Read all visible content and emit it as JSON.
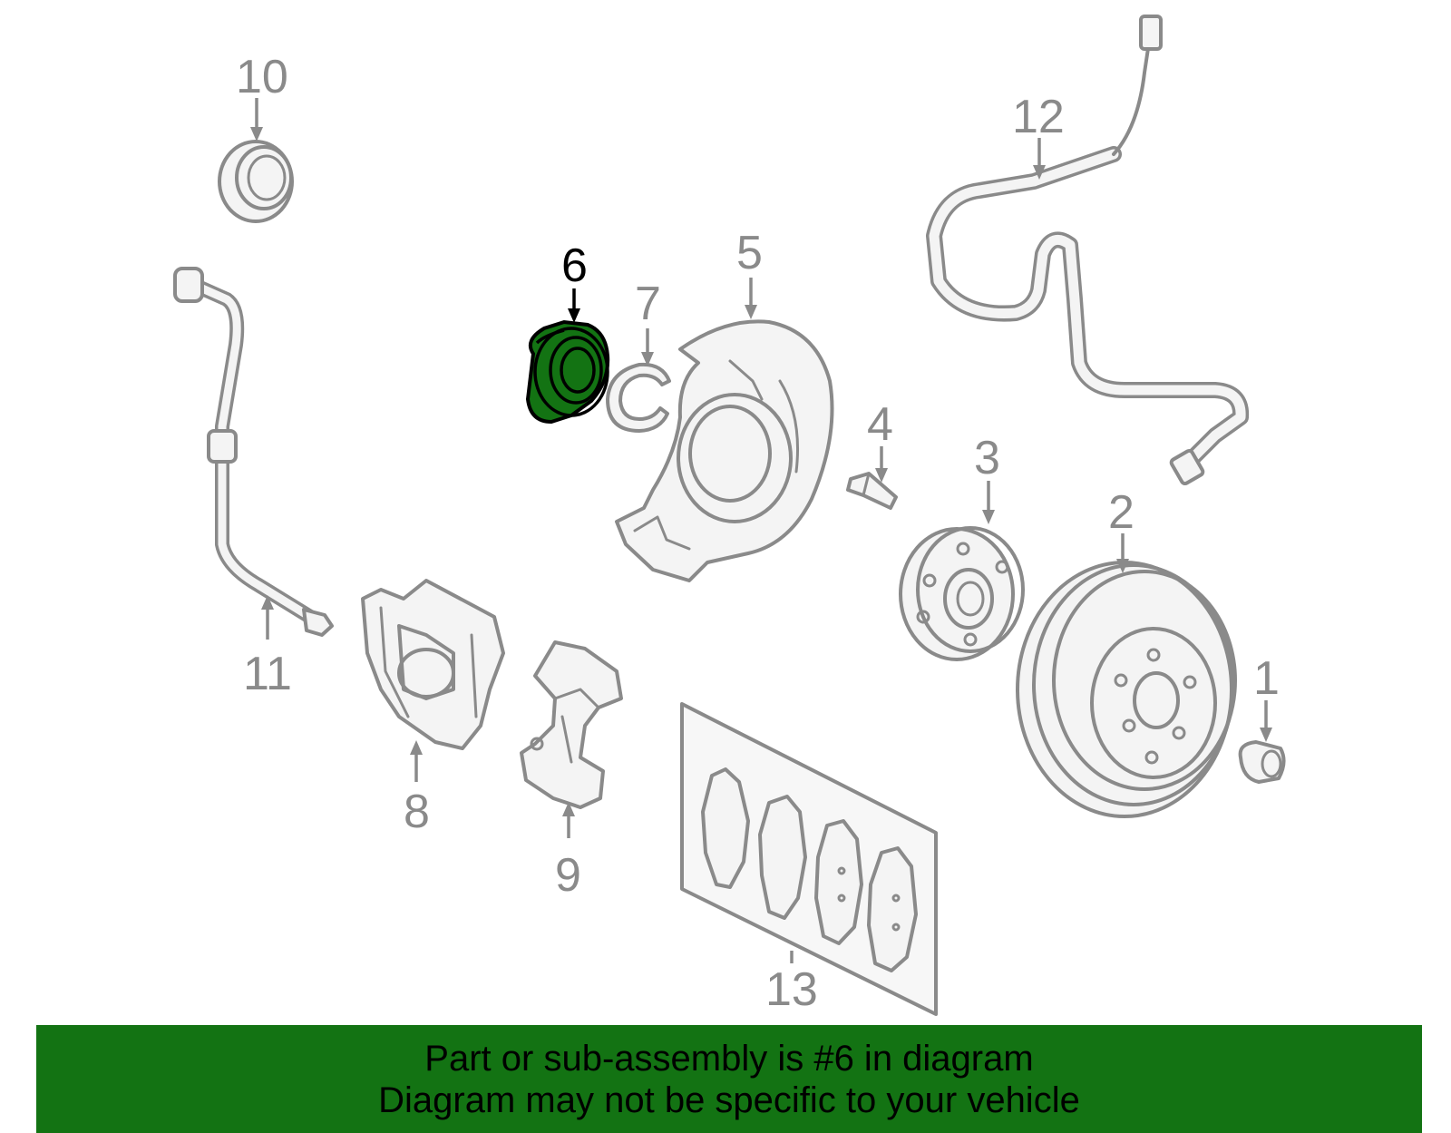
{
  "callouts": [
    "1",
    "2",
    "3",
    "4",
    "5",
    "6",
    "7",
    "8",
    "9",
    "10",
    "11",
    "12",
    "13"
  ],
  "highlighted_part": "6",
  "colors": {
    "highlight": "#137313",
    "line": "#8a8a8a",
    "banner": "#137313",
    "banner_text": "#000000"
  },
  "banner": {
    "line1": "Part or sub-assembly is #6 in diagram",
    "line2": "Diagram may not be specific to your vehicle"
  }
}
